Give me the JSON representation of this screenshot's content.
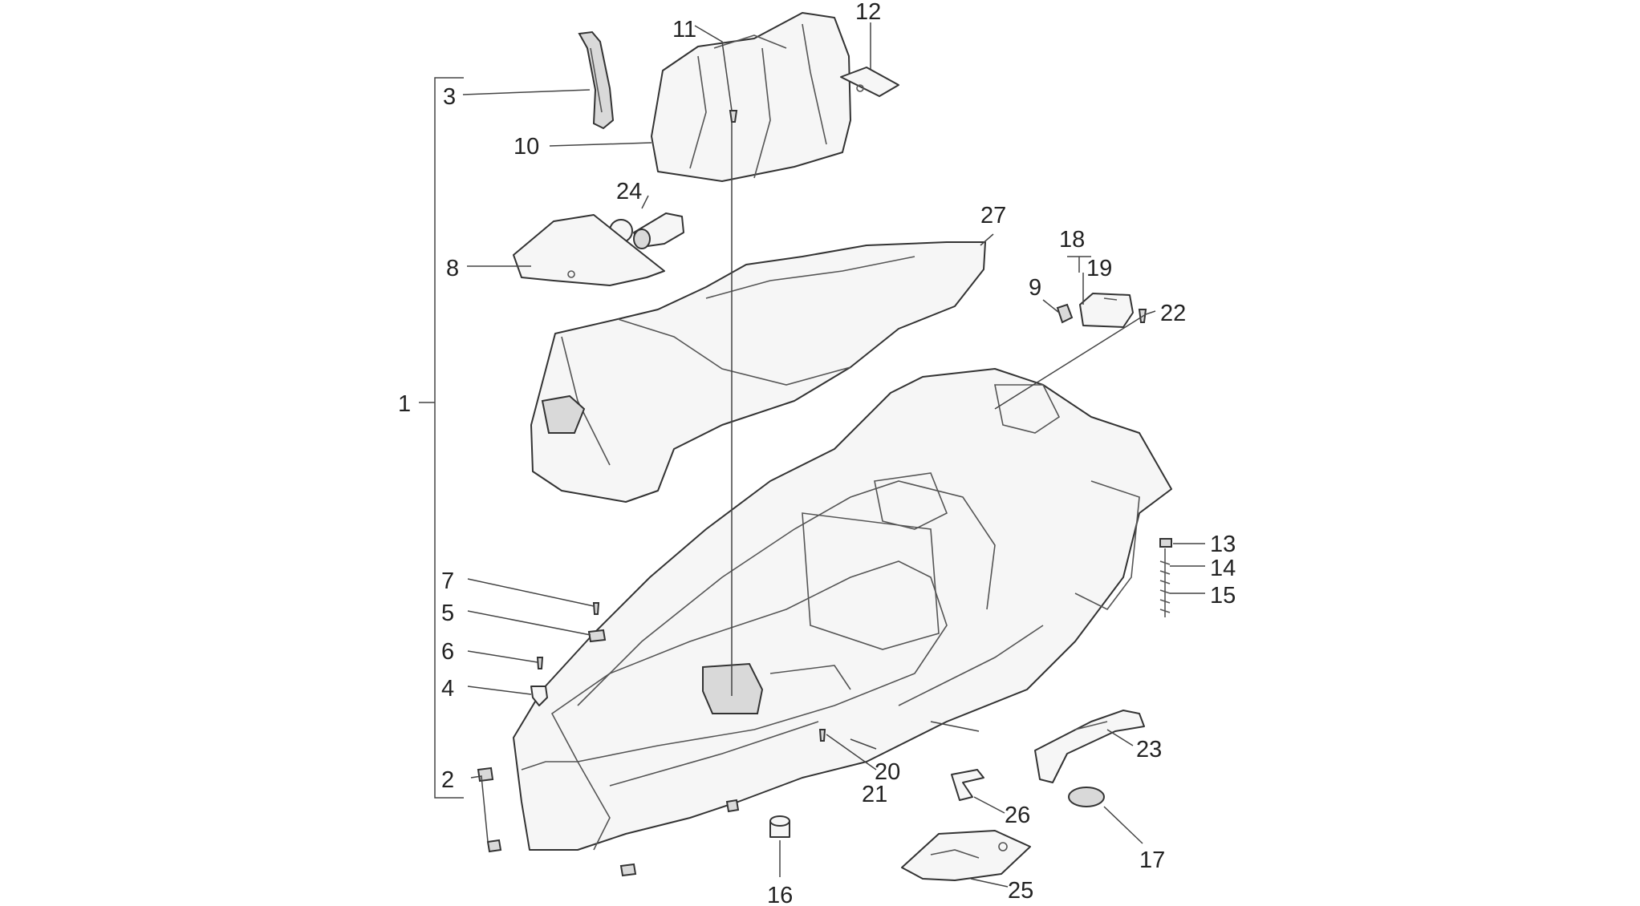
{
  "callouts": {
    "c1": "1",
    "c2": "2",
    "c3": "3",
    "c4": "4",
    "c5": "5",
    "c6": "6",
    "c7": "7",
    "c8": "8",
    "c9": "9",
    "c10": "10",
    "c11": "11",
    "c12": "12",
    "c13": "13",
    "c14": "14",
    "c15": "15",
    "c16": "16",
    "c17": "17",
    "c18": "18",
    "c19": "19",
    "c20": "20",
    "c21": "21",
    "c22": "22",
    "c23": "23",
    "c24": "24",
    "c25": "25",
    "c26": "26",
    "c27": "27"
  },
  "colors": {
    "line": "#333333",
    "fill": "#f6f6f6",
    "shade": "#d9d9d9",
    "background": "#ffffff"
  }
}
